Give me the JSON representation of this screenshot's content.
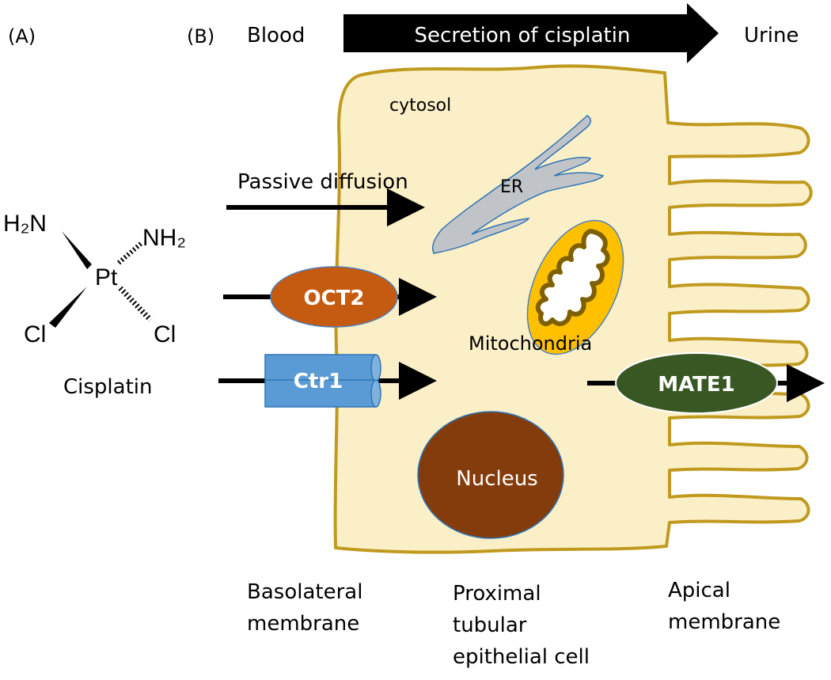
{
  "panels": {
    "a_label": "(A)",
    "b_label": "(B)"
  },
  "cisplatin": {
    "name": "Cisplatin",
    "pt": "Pt",
    "nh2_left": "H₂N",
    "nh2_right": "NH₂",
    "cl_left": "Cl",
    "cl_right": "Cl"
  },
  "flow": {
    "left": "Blood",
    "arrow_text": "Secretion of cisplatin",
    "right": "Urine"
  },
  "cell": {
    "cytosol": "cytosol",
    "er": "ER",
    "mitochondria": "Mitochondria",
    "nucleus": "Nucleus"
  },
  "transport": {
    "passive": "Passive diffusion",
    "oct2": "OCT2",
    "ctr1": "Ctr1",
    "mate1": "MATE1"
  },
  "bottom_labels": {
    "basolateral": [
      "Basolateral",
      "membrane"
    ],
    "cell": [
      "Proximal",
      "tubular",
      "epithelial cell"
    ],
    "apical": [
      "Apical",
      "membrane"
    ]
  },
  "colors": {
    "cell_fill": "#fbefc8",
    "cell_stroke": "#c09a1e",
    "oct2": "#c55a11",
    "ctr1": "#5b9bd5",
    "mate1": "#385723",
    "nucleus": "#843c0c",
    "mito_outer": "#ffc000",
    "mito_inner": "#7f6000",
    "er": "#c0c4c8"
  }
}
